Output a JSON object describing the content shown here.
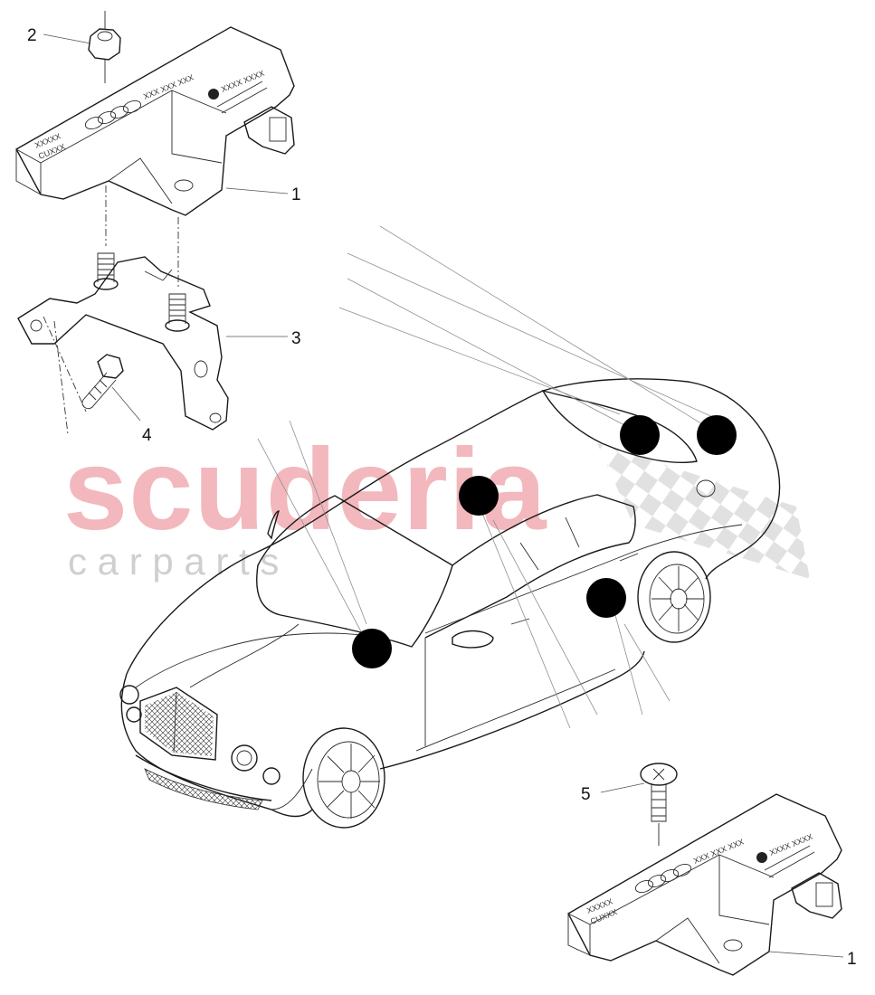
{
  "watermark": {
    "main": "scuderia",
    "sub": "c a r p a r t s"
  },
  "colors": {
    "line": "#1a1a1a",
    "watermark": "#f2b8bd",
    "marker": "#000000"
  },
  "modules": [
    {
      "code_line": "XXX XXX XXX",
      "small_code": "XXXX XXXX",
      "side_code_1": "XXXXX",
      "side_code_2": "CUXXX"
    },
    {
      "code_line": "XXX XXX XXX",
      "small_code": "XXXX XXXX",
      "side_code_1": "XXXXX",
      "side_code_2": "CUXXX"
    }
  ],
  "callouts": [
    {
      "id": "c2",
      "label": "2"
    },
    {
      "id": "c1a",
      "label": "1"
    },
    {
      "id": "c3",
      "label": "3"
    },
    {
      "id": "c4",
      "label": "4"
    },
    {
      "id": "c5",
      "label": "5"
    },
    {
      "id": "c1b",
      "label": "1"
    }
  ]
}
